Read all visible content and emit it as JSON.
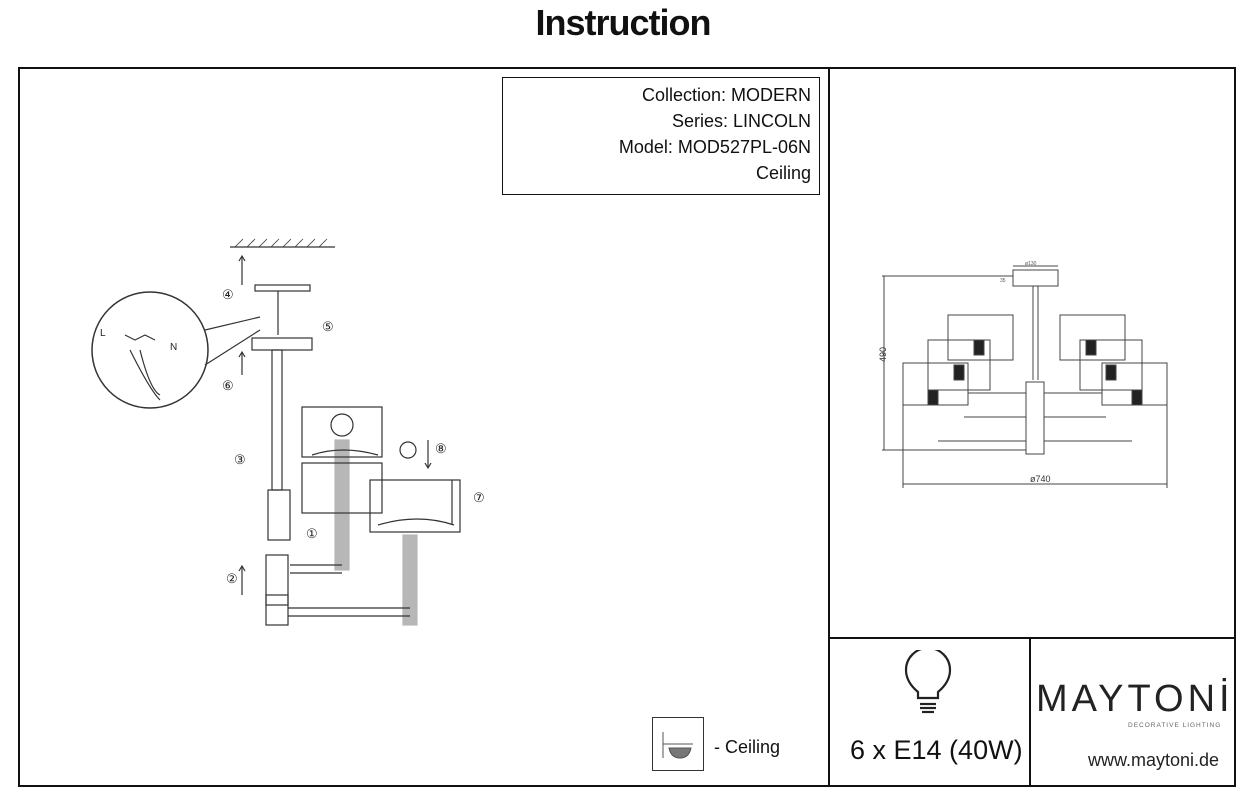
{
  "title": "Instruction",
  "info": {
    "collection": "Collection: MODERN",
    "series": "Series: LINCOLN",
    "model": "Model: MOD527PL-06N",
    "type": "Ceiling"
  },
  "assembly": {
    "steps": [
      "①",
      "②",
      "③",
      "④",
      "⑤",
      "⑥",
      "⑦",
      "⑧"
    ],
    "wire_labels": {
      "live": "L",
      "neutral": "N"
    }
  },
  "dimensions": {
    "height": "490",
    "diameter": "ø740",
    "canopy": "ø130",
    "canopy_height": "35"
  },
  "mounting": {
    "icon": "ceiling-mount-icon",
    "label": "- Ceiling"
  },
  "lamp": {
    "icon": "light-bulb-icon",
    "spec": "6 x E14 (40W)"
  },
  "brand": {
    "logo": "MAYTONİ",
    "tagline": "DECORATIVE LIGHTING",
    "url": "www.maytoni.de"
  }
}
